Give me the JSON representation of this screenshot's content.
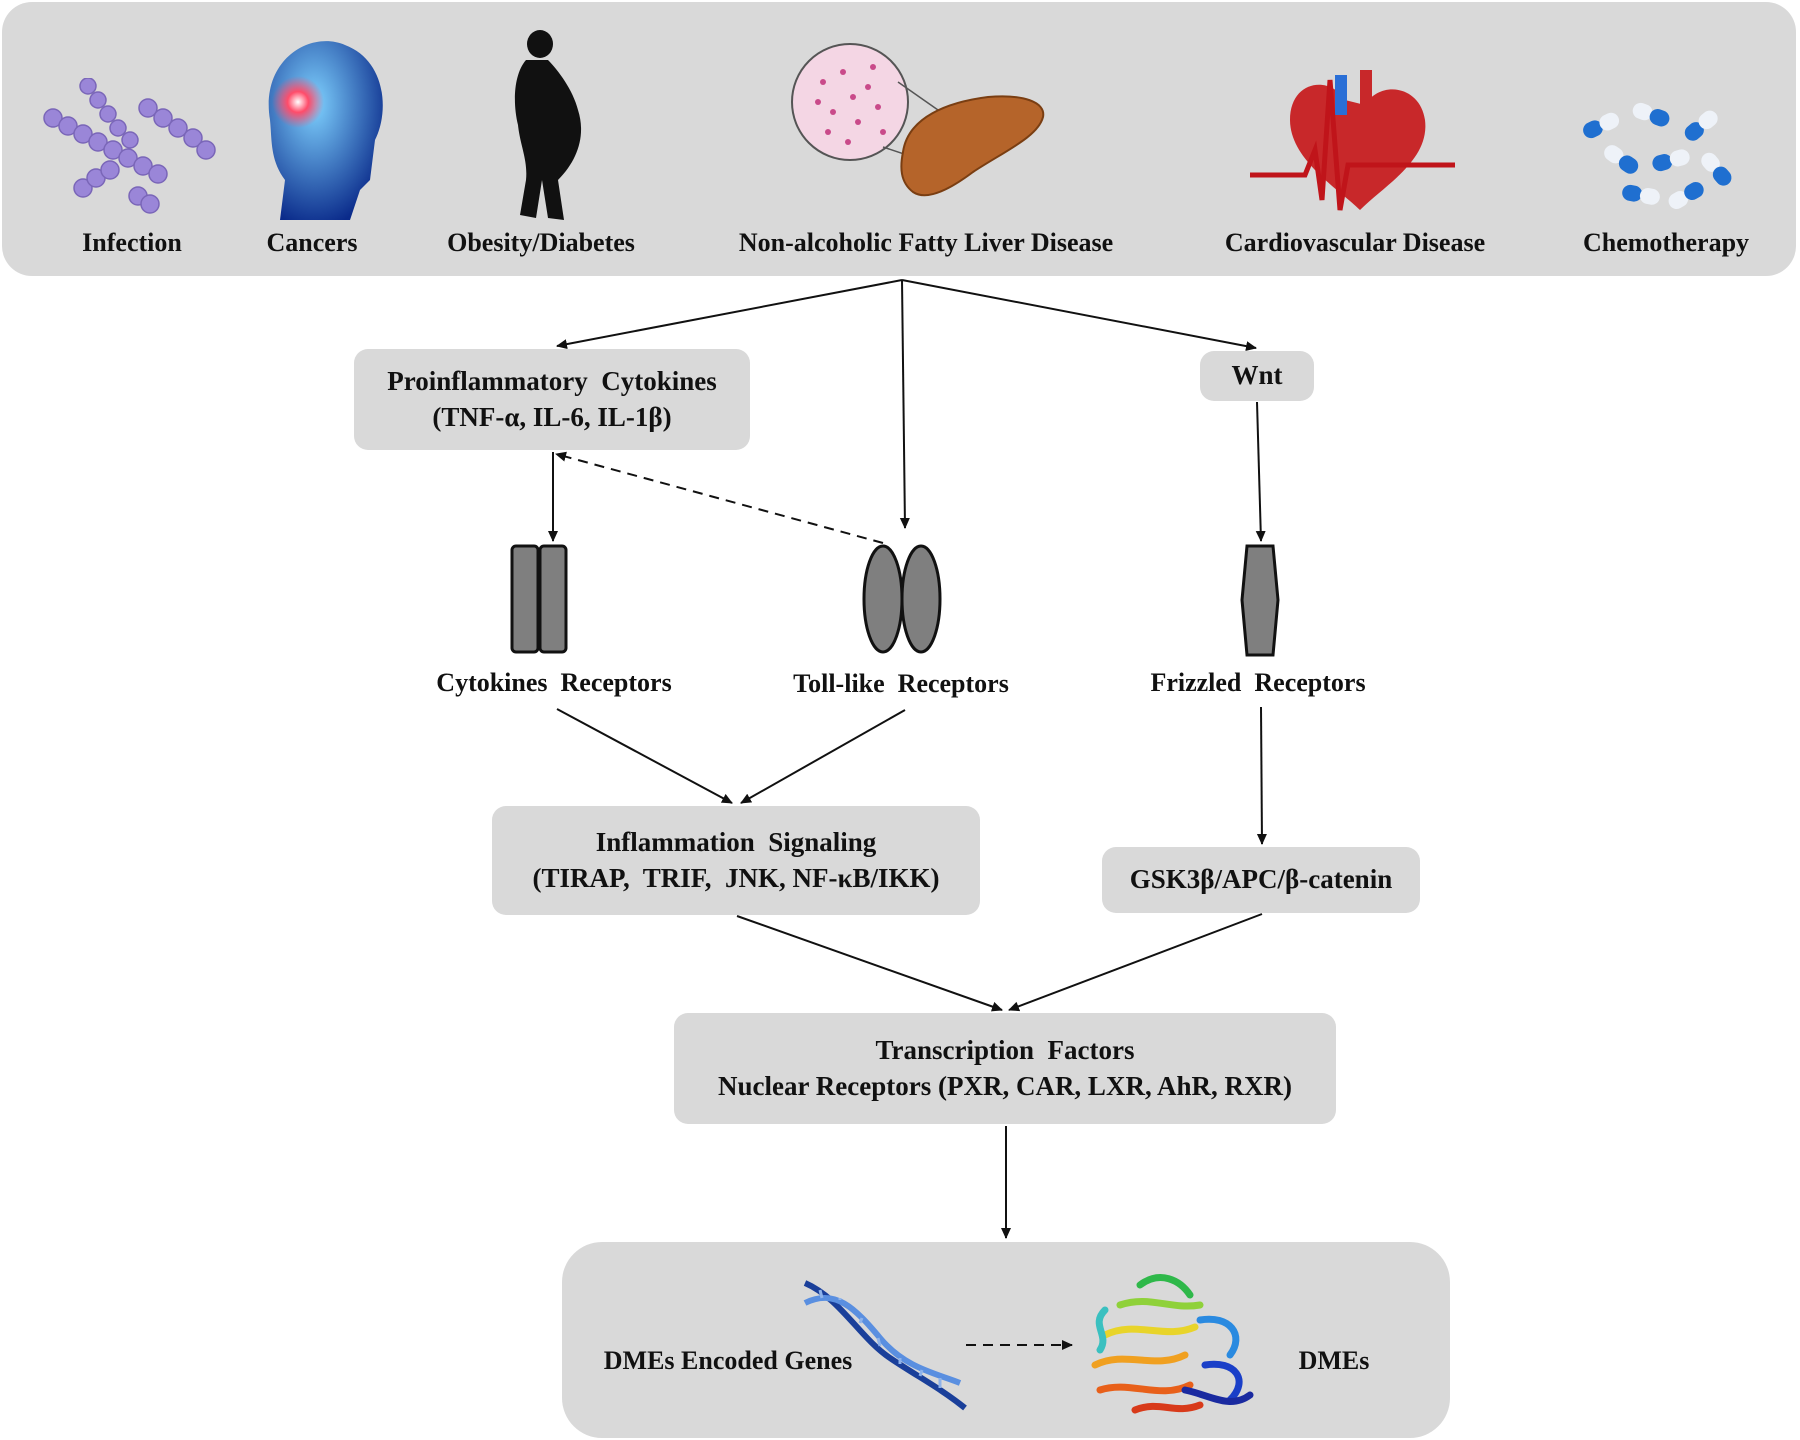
{
  "causes": [
    {
      "label": "Infection",
      "icon": "bacteria-chain-icon"
    },
    {
      "label": "Cancers",
      "icon": "brain-tumor-head-icon"
    },
    {
      "label": "Obesity/Diabetes",
      "icon": "obese-person-silhouette-icon"
    },
    {
      "label": "Non-alcoholic Fatty Liver Disease",
      "icon": "fatty-liver-histology-icon"
    },
    {
      "label": "Cardiovascular Disease",
      "icon": "heart-ecg-icon"
    },
    {
      "label": "Chemotherapy",
      "icon": "capsules-icon"
    }
  ],
  "nodes": {
    "cytokines": {
      "line1": "Proinflammatory  Cytokines",
      "line2": "(TNF-α, IL-6, IL-1β)"
    },
    "wnt": {
      "line1": "Wnt"
    },
    "cytokine_receptors": "Cytokines  Receptors",
    "toll_receptors": "Toll-like  Receptors",
    "frizzled_receptors": "Frizzled  Receptors",
    "inflammation": {
      "line1": "Inflammation  Signaling",
      "line2": "(TIRAP,  TRIF,  JNK, NF-κB/IKK)"
    },
    "gsk": {
      "line1": "GSK3β/APC/β-catenin"
    },
    "transcription": {
      "line1": "Transcription  Factors",
      "line2": "Nuclear Receptors (PXR, CAR, LXR, AhR, RXR)"
    },
    "dme_genes": "DMEs Encoded Genes",
    "dmes": "DMEs"
  },
  "colors": {
    "panel": "#d9d9d9",
    "receptor": "#7f7f7f",
    "arrow": "#111111"
  }
}
